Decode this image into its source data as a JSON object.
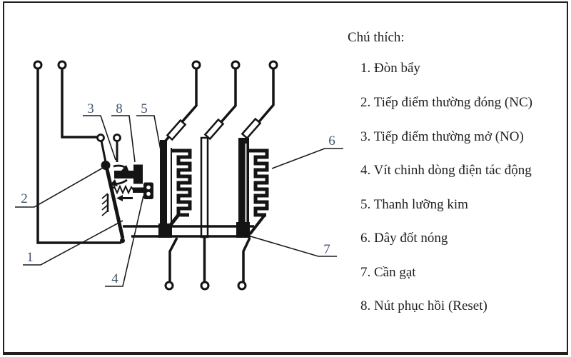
{
  "legend": {
    "title": "Chú thích:",
    "items": [
      "1. Đòn bẩy",
      "2. Tiếp điểm thường đóng (NC)",
      "3. Tiếp điểm thường mở (NO)",
      "4. Vít chinh dòng điện tác động",
      "5. Thanh lưỡng kim",
      "6. Dây đốt nóng",
      "7. Cần gạt",
      "8. Nút phục hồi (Reset)"
    ]
  },
  "diagram": {
    "callouts": [
      "1",
      "2",
      "3",
      "4",
      "5",
      "6",
      "7",
      "8"
    ]
  },
  "colors": {
    "ink": "#141414",
    "callout_blue": "#44546a",
    "background": "#ffffff"
  }
}
